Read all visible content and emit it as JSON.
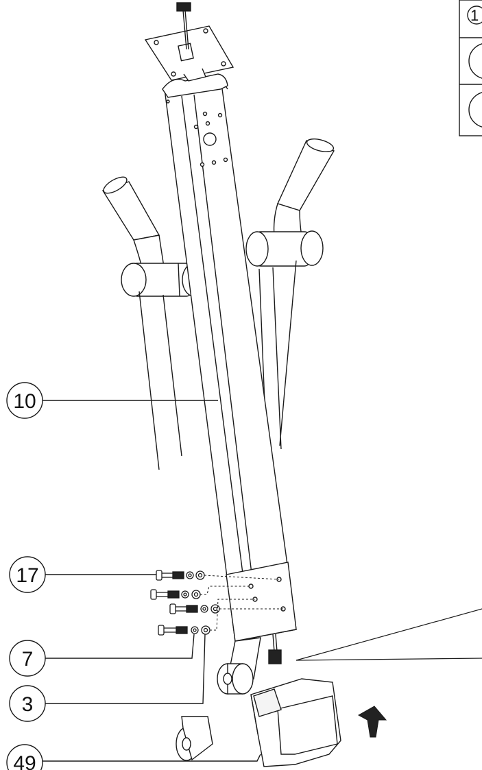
{
  "diagram": {
    "callouts": [
      {
        "id": "c10",
        "label": "10"
      },
      {
        "id": "c17",
        "label": "17"
      },
      {
        "id": "c7",
        "label": "7"
      },
      {
        "id": "c3",
        "label": "3"
      },
      {
        "id": "c49",
        "label": "49"
      }
    ],
    "parts_table": {
      "rows": [
        {
          "label": "1"
        },
        {
          "label": ""
        },
        {
          "label": ""
        }
      ]
    },
    "colors": {
      "line": "#1a1a1a",
      "fill_light": "#f4f4f4",
      "fill_dark": "#222222",
      "background": "#ffffff"
    }
  }
}
